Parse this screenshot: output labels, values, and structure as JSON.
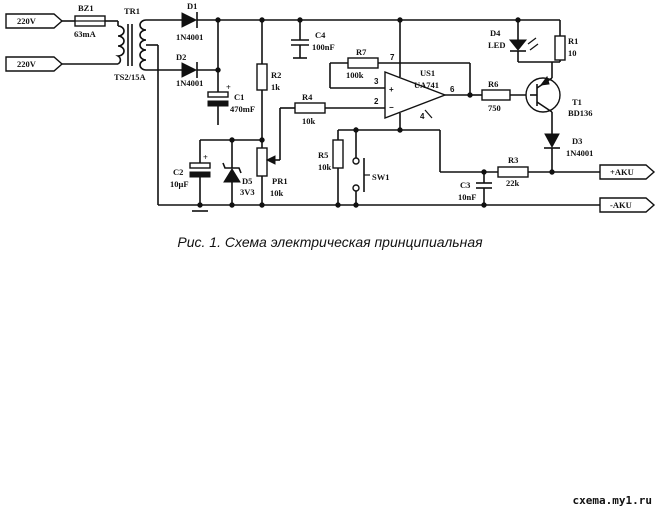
{
  "figure": {
    "caption": "Рис. 1. Схема электрическая принципиальная",
    "watermark": "cxema.my1.ru"
  },
  "terminals": {
    "mains_top": "220V",
    "mains_bottom": "220V",
    "akku_plus": "+AKU",
    "akku_minus": "-AKU"
  },
  "components": {
    "bz1": {
      "ref": "BZ1",
      "value": "63mA"
    },
    "tr1": {
      "ref": "TR1",
      "value": "TS2/15A"
    },
    "d1": {
      "ref": "D1",
      "value": "1N4001"
    },
    "d2": {
      "ref": "D2",
      "value": "1N4001"
    },
    "c1": {
      "ref": "C1",
      "value": "470mF"
    },
    "c4": {
      "ref": "C4",
      "value": "100nF"
    },
    "r2": {
      "ref": "R2",
      "value": "1k"
    },
    "r7": {
      "ref": "R7",
      "value": "100k"
    },
    "r4": {
      "ref": "R4",
      "value": "10k"
    },
    "us1": {
      "ref": "US1",
      "value": "UA741"
    },
    "r6": {
      "ref": "R6",
      "value": "750"
    },
    "d4": {
      "ref": "D4",
      "value": "LED"
    },
    "r1": {
      "ref": "R1",
      "value": "10"
    },
    "t1": {
      "ref": "T1",
      "value": "BD136"
    },
    "d3": {
      "ref": "D3",
      "value": "1N4001"
    },
    "c2": {
      "ref": "C2",
      "value": "10μF"
    },
    "d5": {
      "ref": "D5",
      "value": "3V3"
    },
    "pr1": {
      "ref": "PR1",
      "value": "10k"
    },
    "r5": {
      "ref": "R5",
      "value": "10k"
    },
    "sw1": {
      "ref": "SW1"
    },
    "r3": {
      "ref": "R3",
      "value": "22k"
    },
    "c3": {
      "ref": "C3",
      "value": "10nF"
    }
  },
  "pins": {
    "us1_p7": "7",
    "us1_p3": "3",
    "us1_p2": "2",
    "us1_p6": "6",
    "us1_p4": "4"
  }
}
